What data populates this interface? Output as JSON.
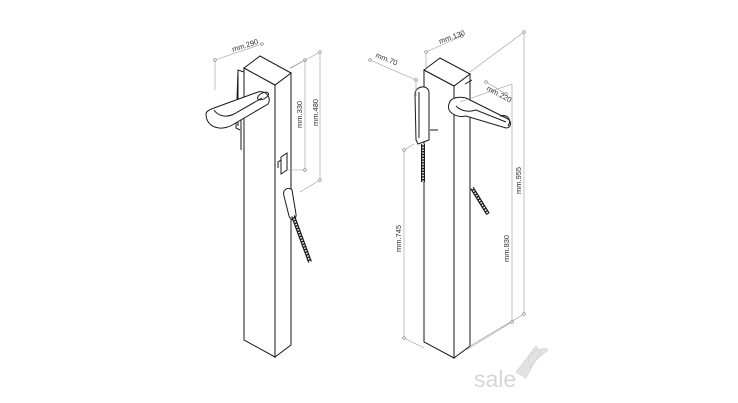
{
  "diagram": {
    "left_post": {
      "dimensions": {
        "width_top": "mm.290",
        "height_small": "mm.330",
        "height_mid": "mm.480"
      }
    },
    "right_post": {
      "dimensions": {
        "depth_top": "mm.70",
        "width_top": "mm.130",
        "tray": "mm.220",
        "height_total": "mm.955",
        "height_left": "mm.745",
        "height_right": "mm.830"
      }
    },
    "watermark": {
      "text": "sale",
      "color": "#d6d6d6"
    },
    "colors": {
      "line": "#1a1a1a",
      "dimension": "#9a9a9a"
    }
  }
}
